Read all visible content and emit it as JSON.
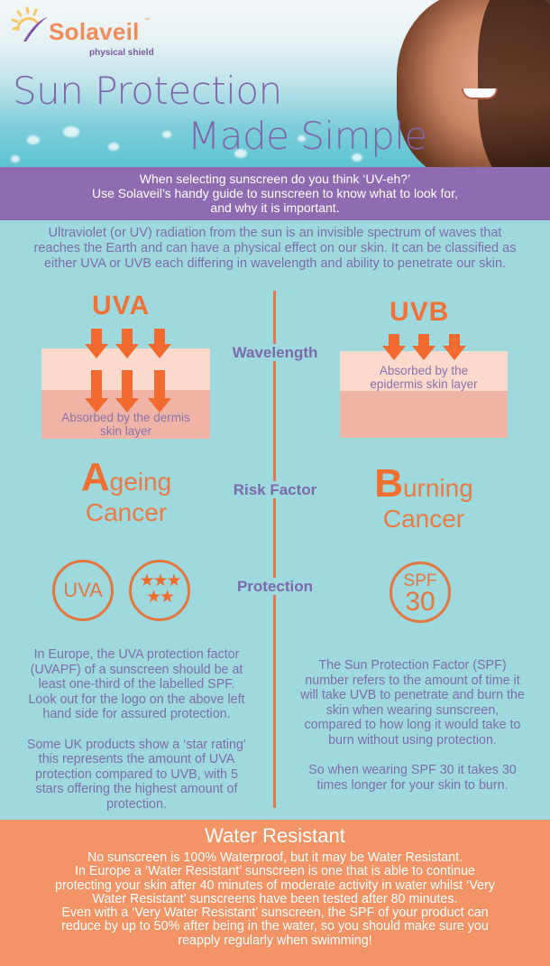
{
  "hero": {
    "brand": "Solaveil",
    "trademark": "™",
    "tagline": "physical shield",
    "title_line1": "Sun Protection",
    "title_line2": "Made Simple",
    "icons": {
      "logo": "sun-swoosh-logo",
      "photo": "smiling-woman-photo"
    }
  },
  "band": {
    "lines": [
      "When selecting sunscreen do you think ‘UV-eh?’",
      "Use Solaveil’s handy guide to sunscreen to know what to look for,",
      "and why it is important."
    ]
  },
  "intro": {
    "lines": [
      "Ultraviolet (or UV) radiation from the sun is an invisible spectrum of waves that",
      "reaches the Earth and can have a physical effect on our skin. It can be classified as",
      "either UVA or UVB each differing in wavelength and ability to penetrate our skin."
    ]
  },
  "categories": {
    "wavelength": "Wavelength",
    "risk": "Risk Factor",
    "protection": "Protection"
  },
  "uva": {
    "title": "UVA",
    "caption_line1": "Absorbed by the dermis",
    "caption_line2": "skin layer",
    "risk_initial": "A",
    "risk_rest": "geing",
    "risk_line2": "Cancer",
    "badge_text": "UVA",
    "star_row1": "★★★",
    "star_row2": "★★",
    "star_count": 5,
    "para1": [
      "In Europe, the UVA protection factor",
      "(UVAPF) of a sunscreen should be at",
      "least one-third of the labelled SPF.",
      "Look out for the logo on the above left",
      "hand side for assured protection."
    ],
    "para2": [
      "Some UK products show a ‘star rating’",
      "this represents the amount of UVA",
      "protection compared to UVB, with 5",
      "stars offering the highest amount of",
      "protection."
    ]
  },
  "uvb": {
    "title": "UVB",
    "caption_line1": "Absorbed by the",
    "caption_line2": "epidermis skin layer",
    "risk_initial": "B",
    "risk_rest": "urning",
    "risk_line2": "Cancer",
    "badge_spf": "SPF",
    "badge_num": "30",
    "para1": [
      "The Sun Protection Factor (SPF)",
      "number refers to the amount of time it",
      "will take UVB to penetrate and burn the",
      "skin when wearing sunscreen,",
      "compared to how long it would take to",
      "burn without using protection."
    ],
    "para2": [
      "So when wearing SPF 30 it takes 30",
      "times longer for your skin to burn."
    ]
  },
  "water": {
    "title": "Water Resistant",
    "lines": [
      "No sunscreen is 100% Waterproof, but it may be Water Resistant.",
      "In Europe a ‘Water Resistant’ sunscreen is  one that is able to continue",
      "protecting your skin after 40 minutes of moderate activity in water whilst ‘Very",
      "Water Resistant’ sunscreens have been tested after 80 minutes.",
      "Even with a ‘Very Water Resistant’ sunscreen, the SPF of your product can",
      "reduce by up to 50% after being in the water, so you should make sure you",
      "reapply regularly when swimming!"
    ]
  },
  "colors": {
    "teal_bg": "#9ed9dd",
    "purple_band": "#8f6bb1",
    "purple_text": "#7e6ea8",
    "orange_accent": "#f26a30",
    "orange_footer": "#f39466",
    "skin_top": "#fbd9cd",
    "skin_bottom": "#f0b4a6"
  }
}
